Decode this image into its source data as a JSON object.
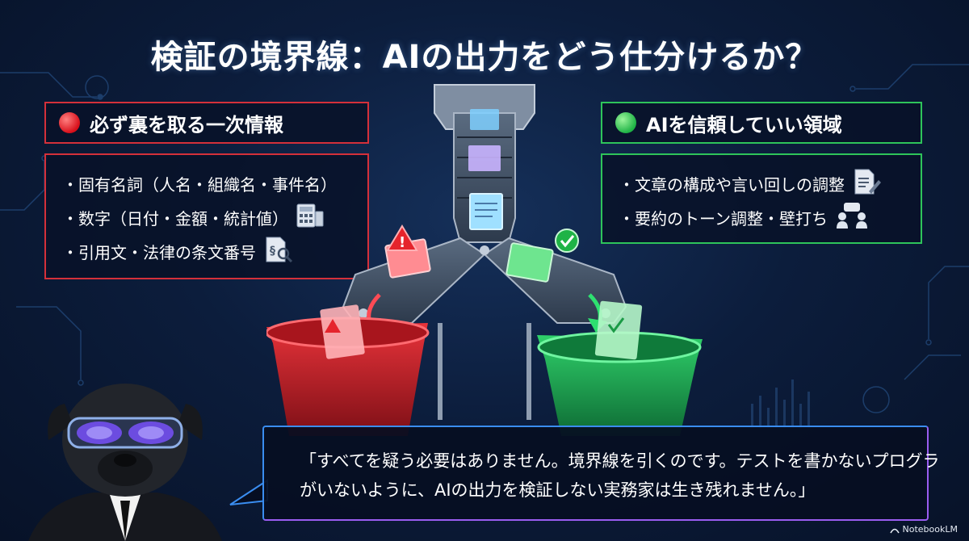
{
  "title": "検証の境界線：AIの出力をどう仕分けるか？",
  "left_panel": {
    "heading": "必ず裏を取る一次情報",
    "items": [
      "・固有名詞（人名・組織名・事件名）",
      "・数字（日付・金額・統計値）",
      "・引用文・法律の条文番号"
    ],
    "color": "#d4303a"
  },
  "right_panel": {
    "heading": "AIを信頼していい領域",
    "items": [
      "・文章の構成や言い回しの調整",
      "・要約のトーン調整・壁打ち"
    ],
    "color": "#2ec45a"
  },
  "quote": {
    "line1": "「すべてを疑う必要はありません。境界線を引くのです。テストを書かないプログラ",
    "line2": "がいないように、AIの出力を検証しない実務家は生き残れません。」"
  },
  "brand": "NotebookLM",
  "icons": {
    "calculator": "calculator-icon",
    "document_search": "document-search-icon",
    "document_edit": "document-edit-icon",
    "people_chat": "people-chat-icon",
    "warning": "warning-icon",
    "check": "check-icon"
  }
}
